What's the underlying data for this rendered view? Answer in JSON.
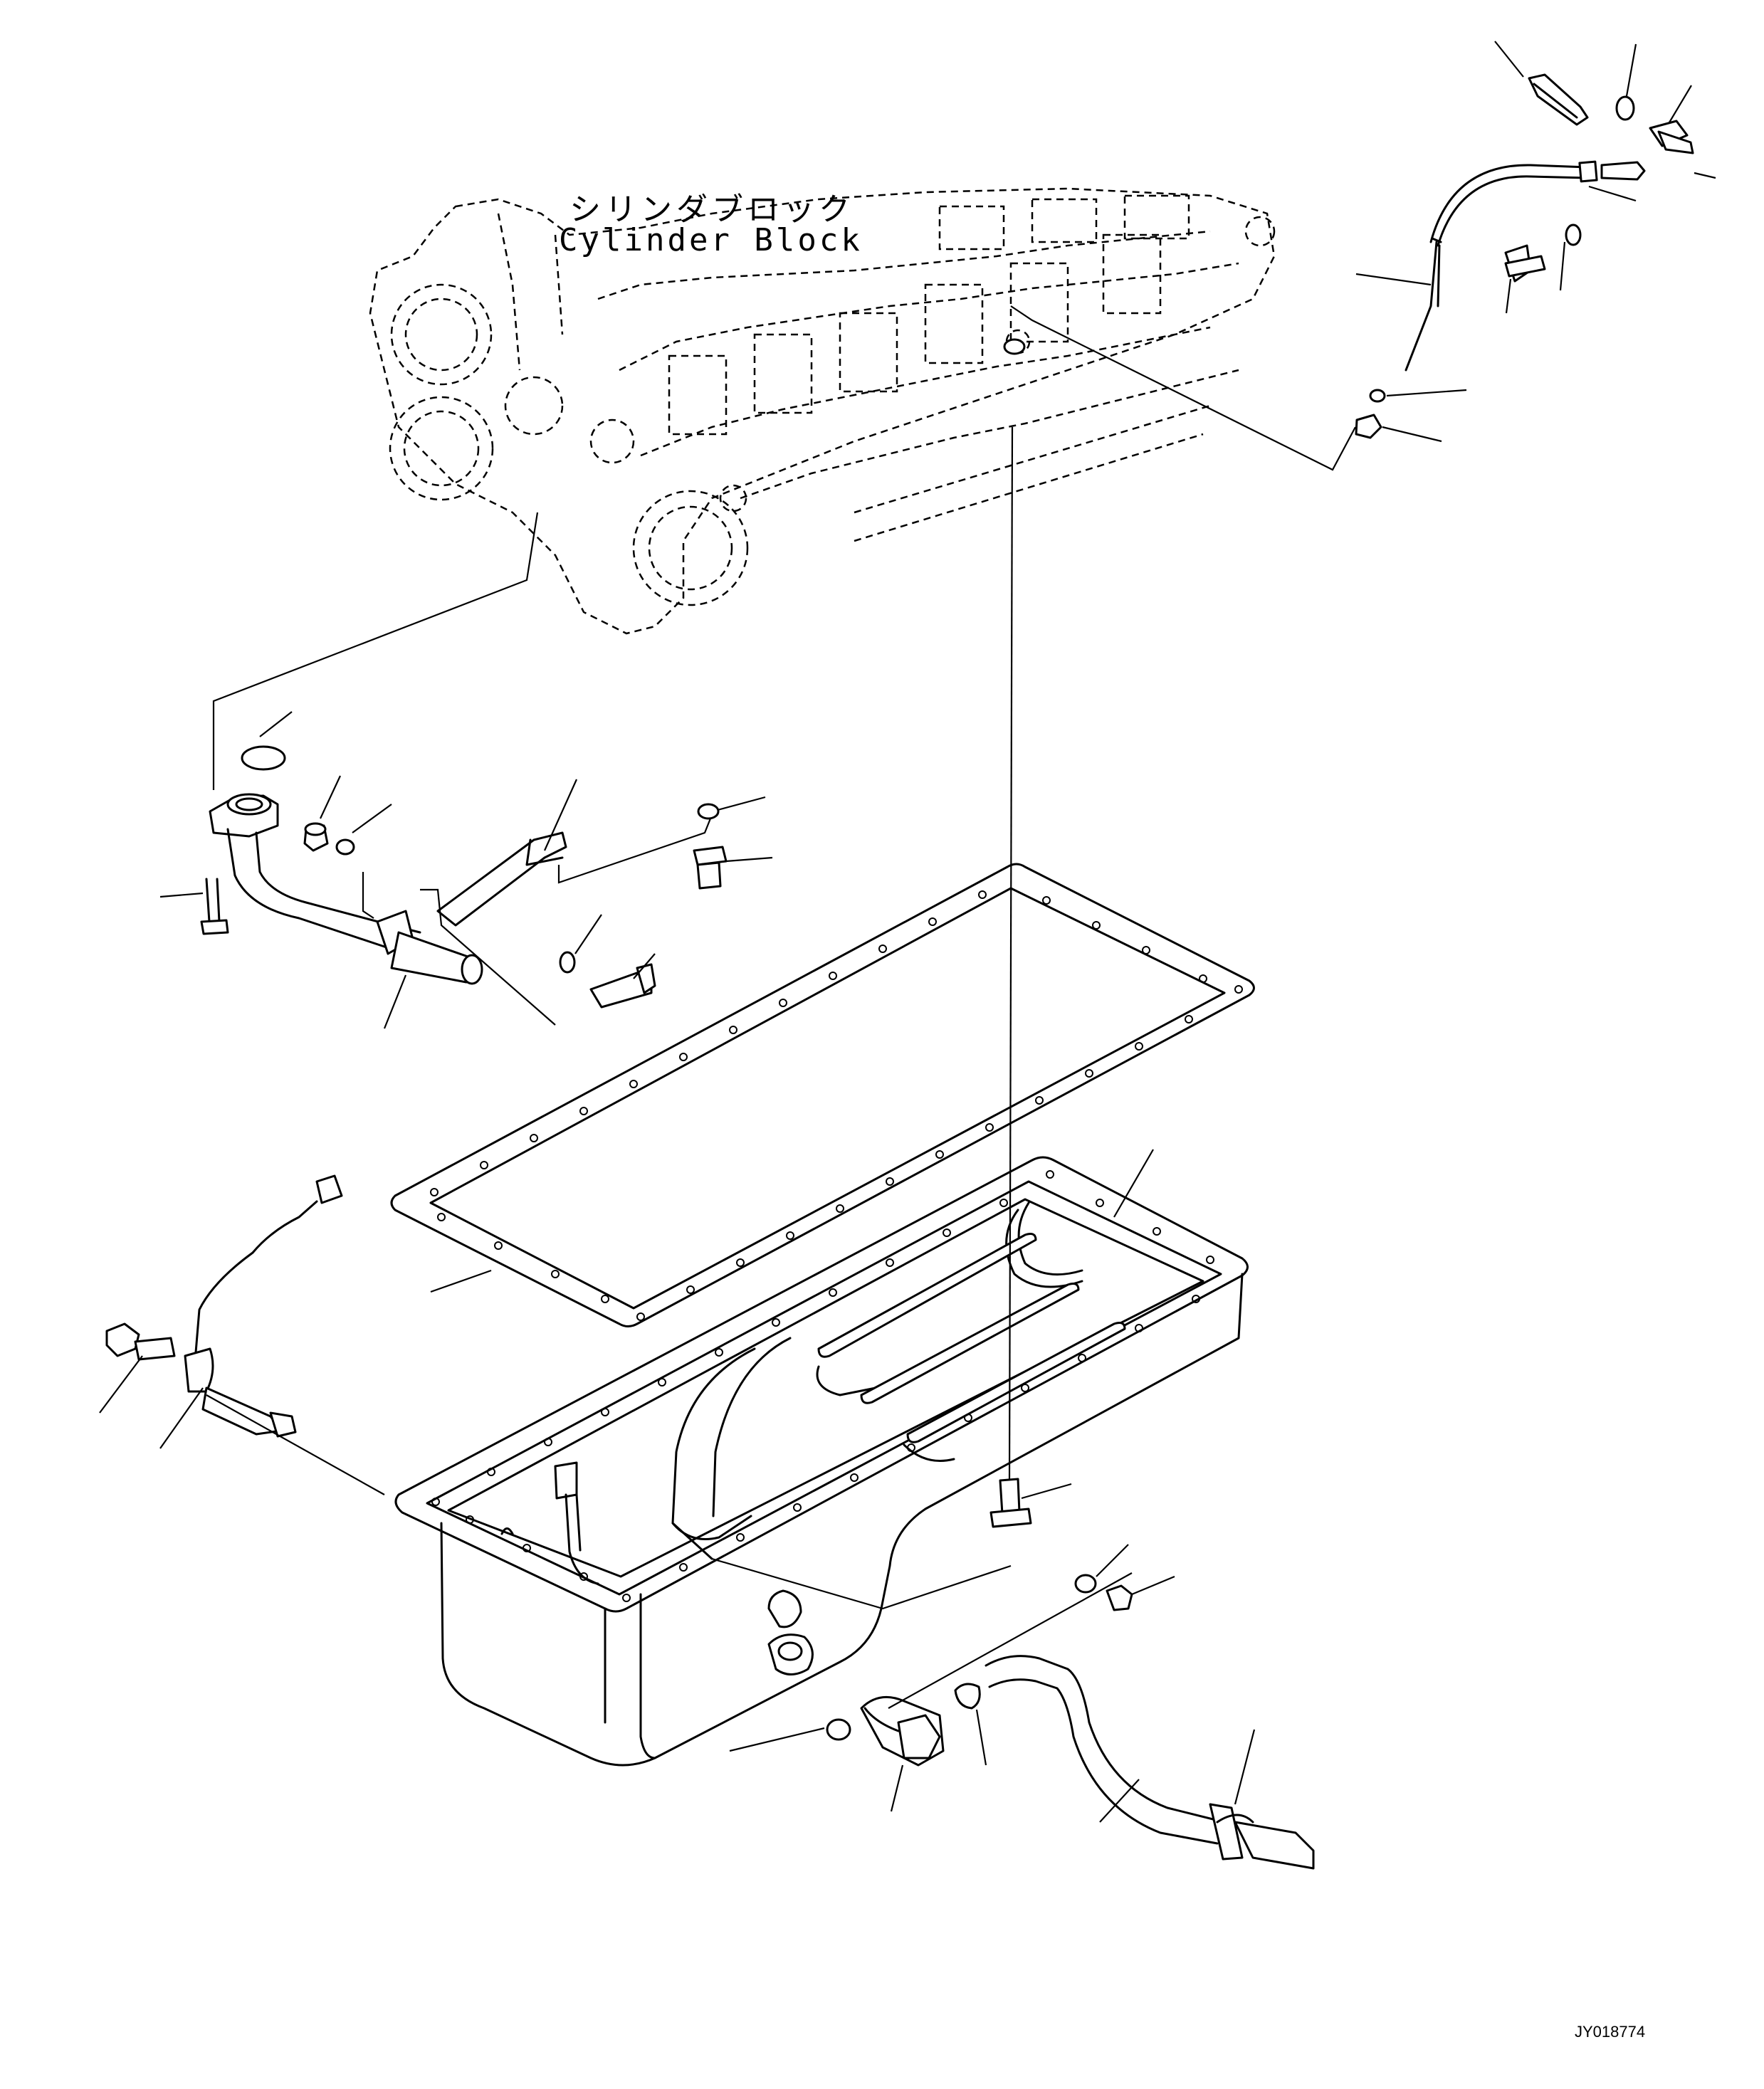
{
  "labels": {
    "cylinder_block_jp": "シリンダブロック",
    "cylinder_block_en": "Cylinder Block"
  },
  "drawing_code": "JY018774"
}
